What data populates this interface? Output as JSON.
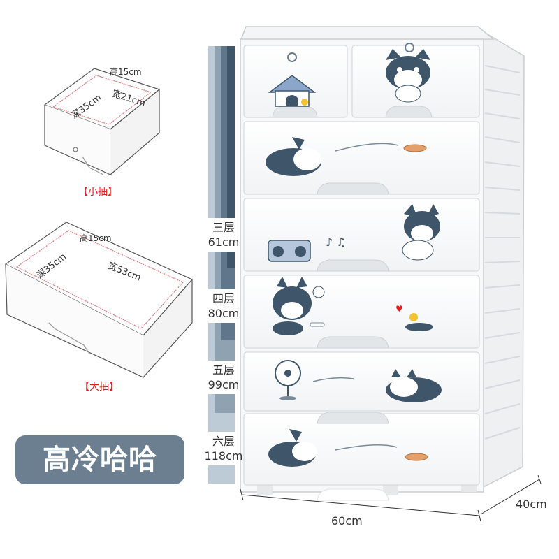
{
  "small_drawer": {
    "height_label": "高15cm",
    "depth_label": "深35cm",
    "width_label": "宽21cm",
    "caption": "【小抽】"
  },
  "large_drawer": {
    "height_label": "高15cm",
    "depth_label": "深35cm",
    "width_label": "宽53cm",
    "caption": "【大抽】"
  },
  "height_tiers": [
    {
      "name": "三层",
      "height": "61cm"
    },
    {
      "name": "四层",
      "height": "80cm"
    },
    {
      "name": "五层",
      "height": "99cm"
    },
    {
      "name": "六层",
      "height": "118cm"
    }
  ],
  "product_name": "高冷哈哈",
  "dimensions": {
    "width": "60cm",
    "depth": "40cm"
  },
  "colors": {
    "bar_light": "#bccbd6",
    "bar_mid": "#8fa2b1",
    "bar_dark": "#60768a",
    "bar_darkest": "#3f556a",
    "title_bg": "#6b7f90",
    "accent_red": "#e02020"
  }
}
